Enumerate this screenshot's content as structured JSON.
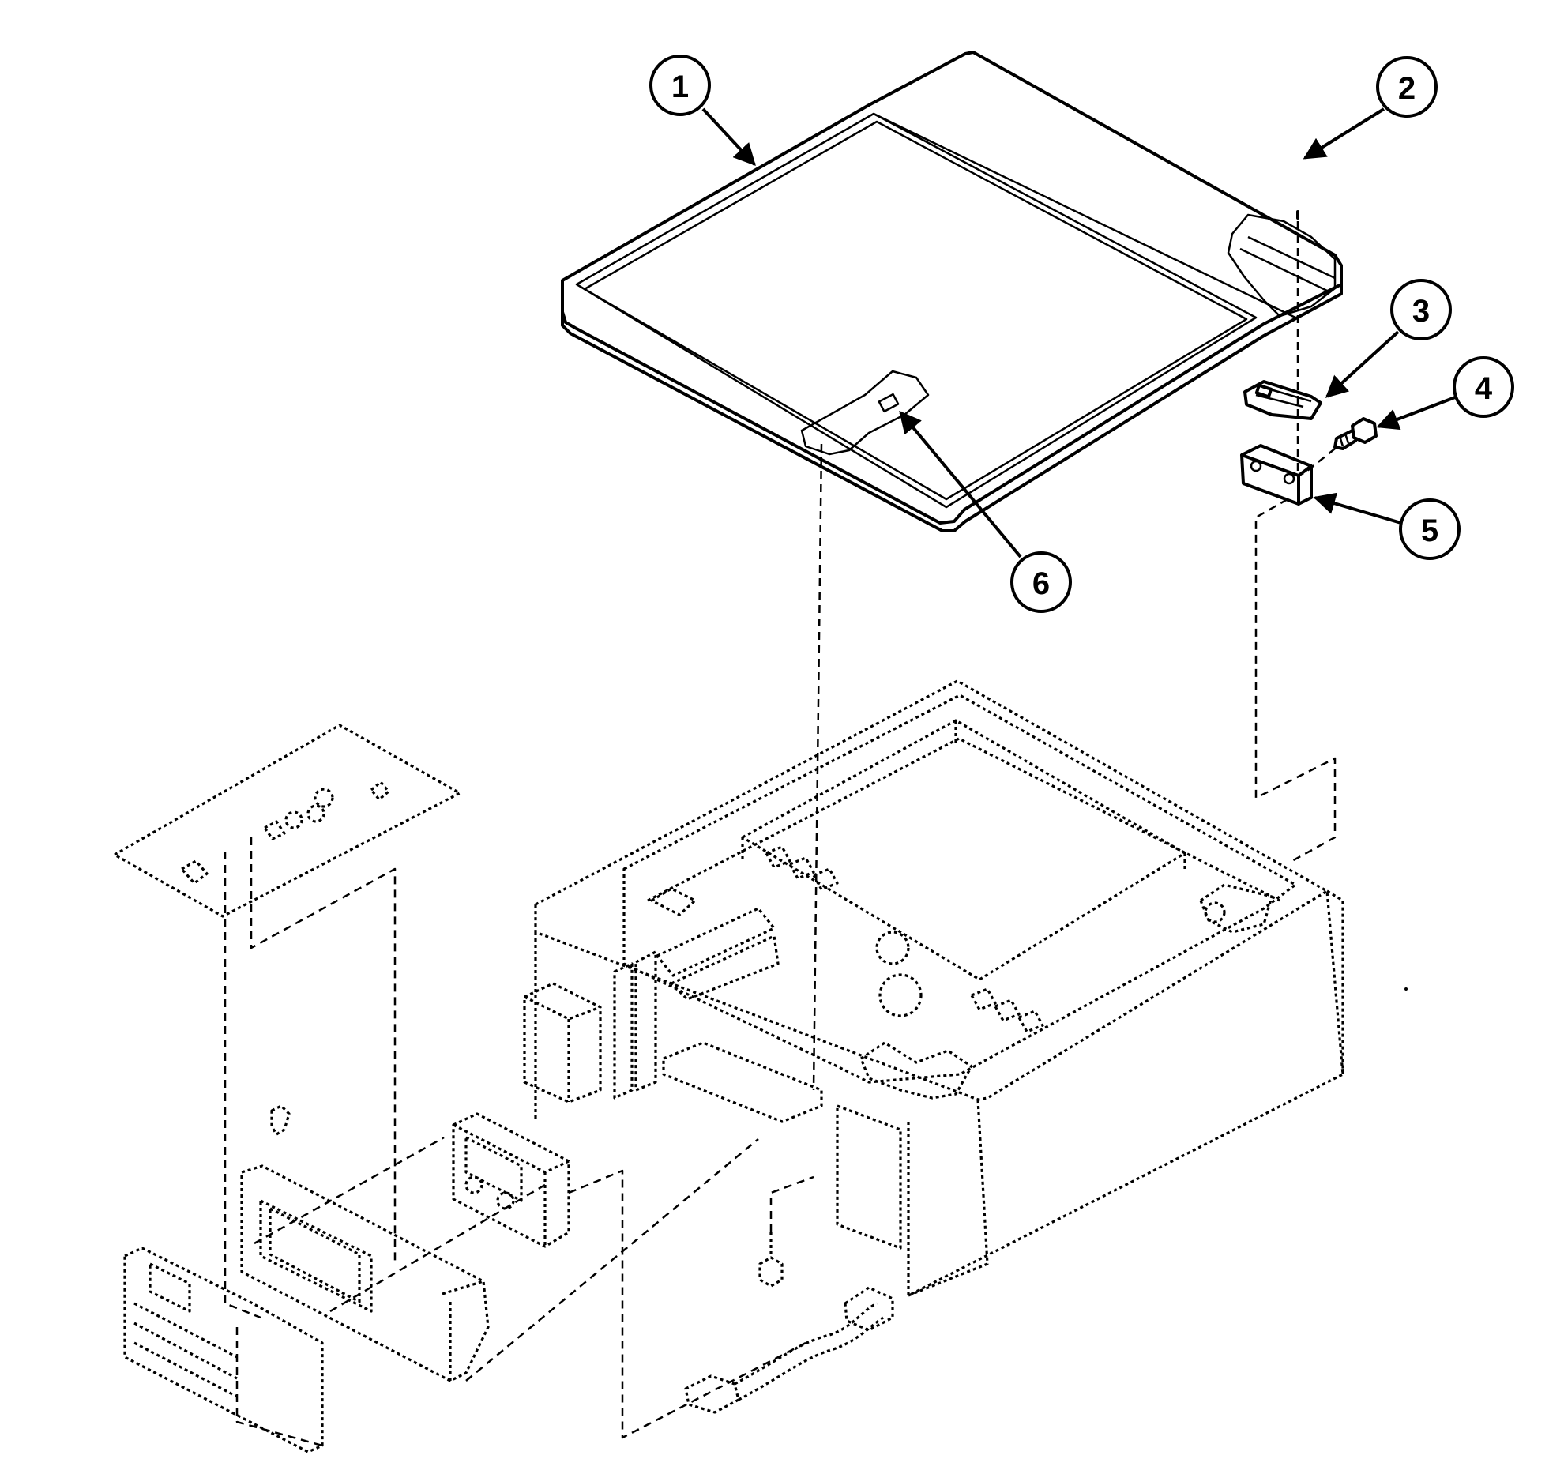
{
  "callouts": [
    {
      "id": "1",
      "label": "1"
    },
    {
      "id": "2",
      "label": "2"
    },
    {
      "id": "3",
      "label": "3"
    },
    {
      "id": "4",
      "label": "4"
    },
    {
      "id": "5",
      "label": "5"
    },
    {
      "id": "6",
      "label": "6"
    }
  ],
  "parts": [
    {
      "id": "lid",
      "icon": "washer-lid-icon"
    },
    {
      "id": "hinge-pin",
      "icon": "pin-icon"
    },
    {
      "id": "hinge",
      "icon": "hinge-icon"
    },
    {
      "id": "screw",
      "icon": "screw-icon"
    },
    {
      "id": "hinge-bracket",
      "icon": "bracket-icon"
    },
    {
      "id": "lid-switch-actuator",
      "icon": "actuator-icon"
    },
    {
      "id": "cabinet-top",
      "icon": "cabinet-top-icon"
    },
    {
      "id": "control-panel",
      "icon": "control-panel-icon"
    },
    {
      "id": "console-back",
      "icon": "console-icon"
    },
    {
      "id": "wire-harness",
      "icon": "wire-harness-icon"
    }
  ],
  "colors": {
    "line": "#000000",
    "background": "#ffffff"
  }
}
